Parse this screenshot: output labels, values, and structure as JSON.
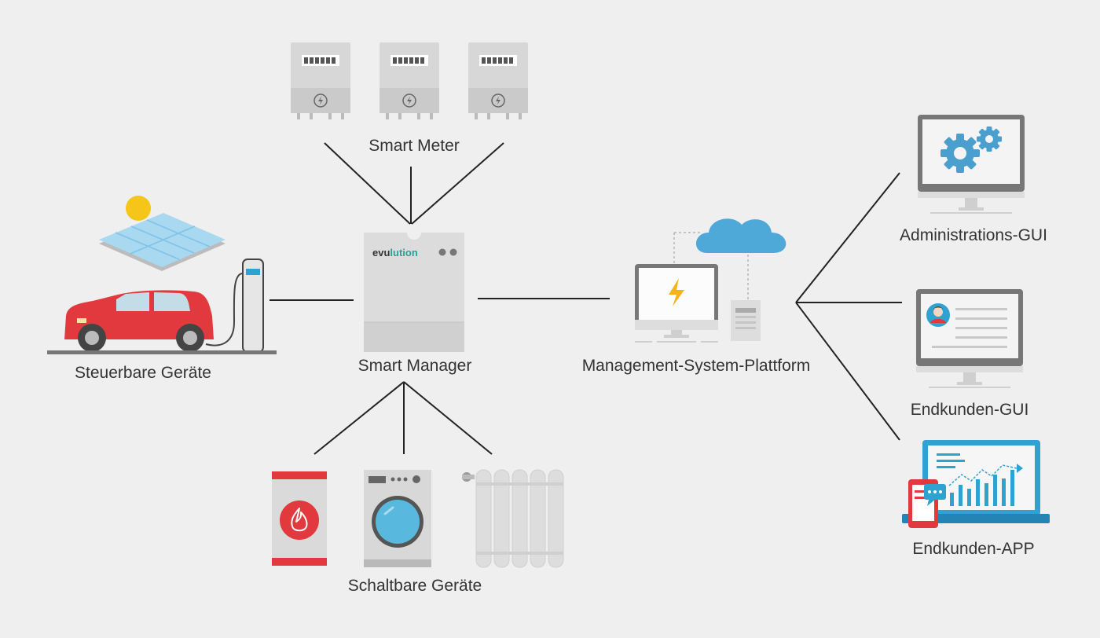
{
  "labels": {
    "smart_meter": "Smart Meter",
    "smart_manager": "Smart Manager",
    "steuerbare": "Steuerbare Geräte",
    "schaltbare": "Schaltbare Geräte",
    "platform": "Management-System-Plattform",
    "admin_gui": "Administrations-GUI",
    "endkunden_gui": "Endkunden-GUI",
    "endkunden_app": "Endkunden-APP"
  },
  "logo": {
    "part1": "evu",
    "part2": "lution"
  },
  "colors": {
    "background": "#efefef",
    "line": "#222222",
    "device_gray": "#dcdcdc",
    "accent_red": "#e2393f",
    "accent_blue": "#2ea3d2",
    "cloud_blue": "#4fa9d8",
    "logo_teal": "#2b9f94",
    "gear_blue": "#4a9fcf",
    "sun_yellow": "#f5c519"
  },
  "icons": [
    "smart-meter-icon",
    "smart-manager-box-icon",
    "solar-panel-icon",
    "sun-icon",
    "car-icon",
    "ev-charger-icon",
    "boiler-icon",
    "flame-icon",
    "washing-machine-icon",
    "radiator-icon",
    "cloud-icon",
    "monitor-icon",
    "lightning-icon",
    "server-icon",
    "gear-icon",
    "user-avatar-icon",
    "laptop-icon",
    "smartphone-icon",
    "chat-bubble-icon",
    "bar-chart-icon"
  ]
}
